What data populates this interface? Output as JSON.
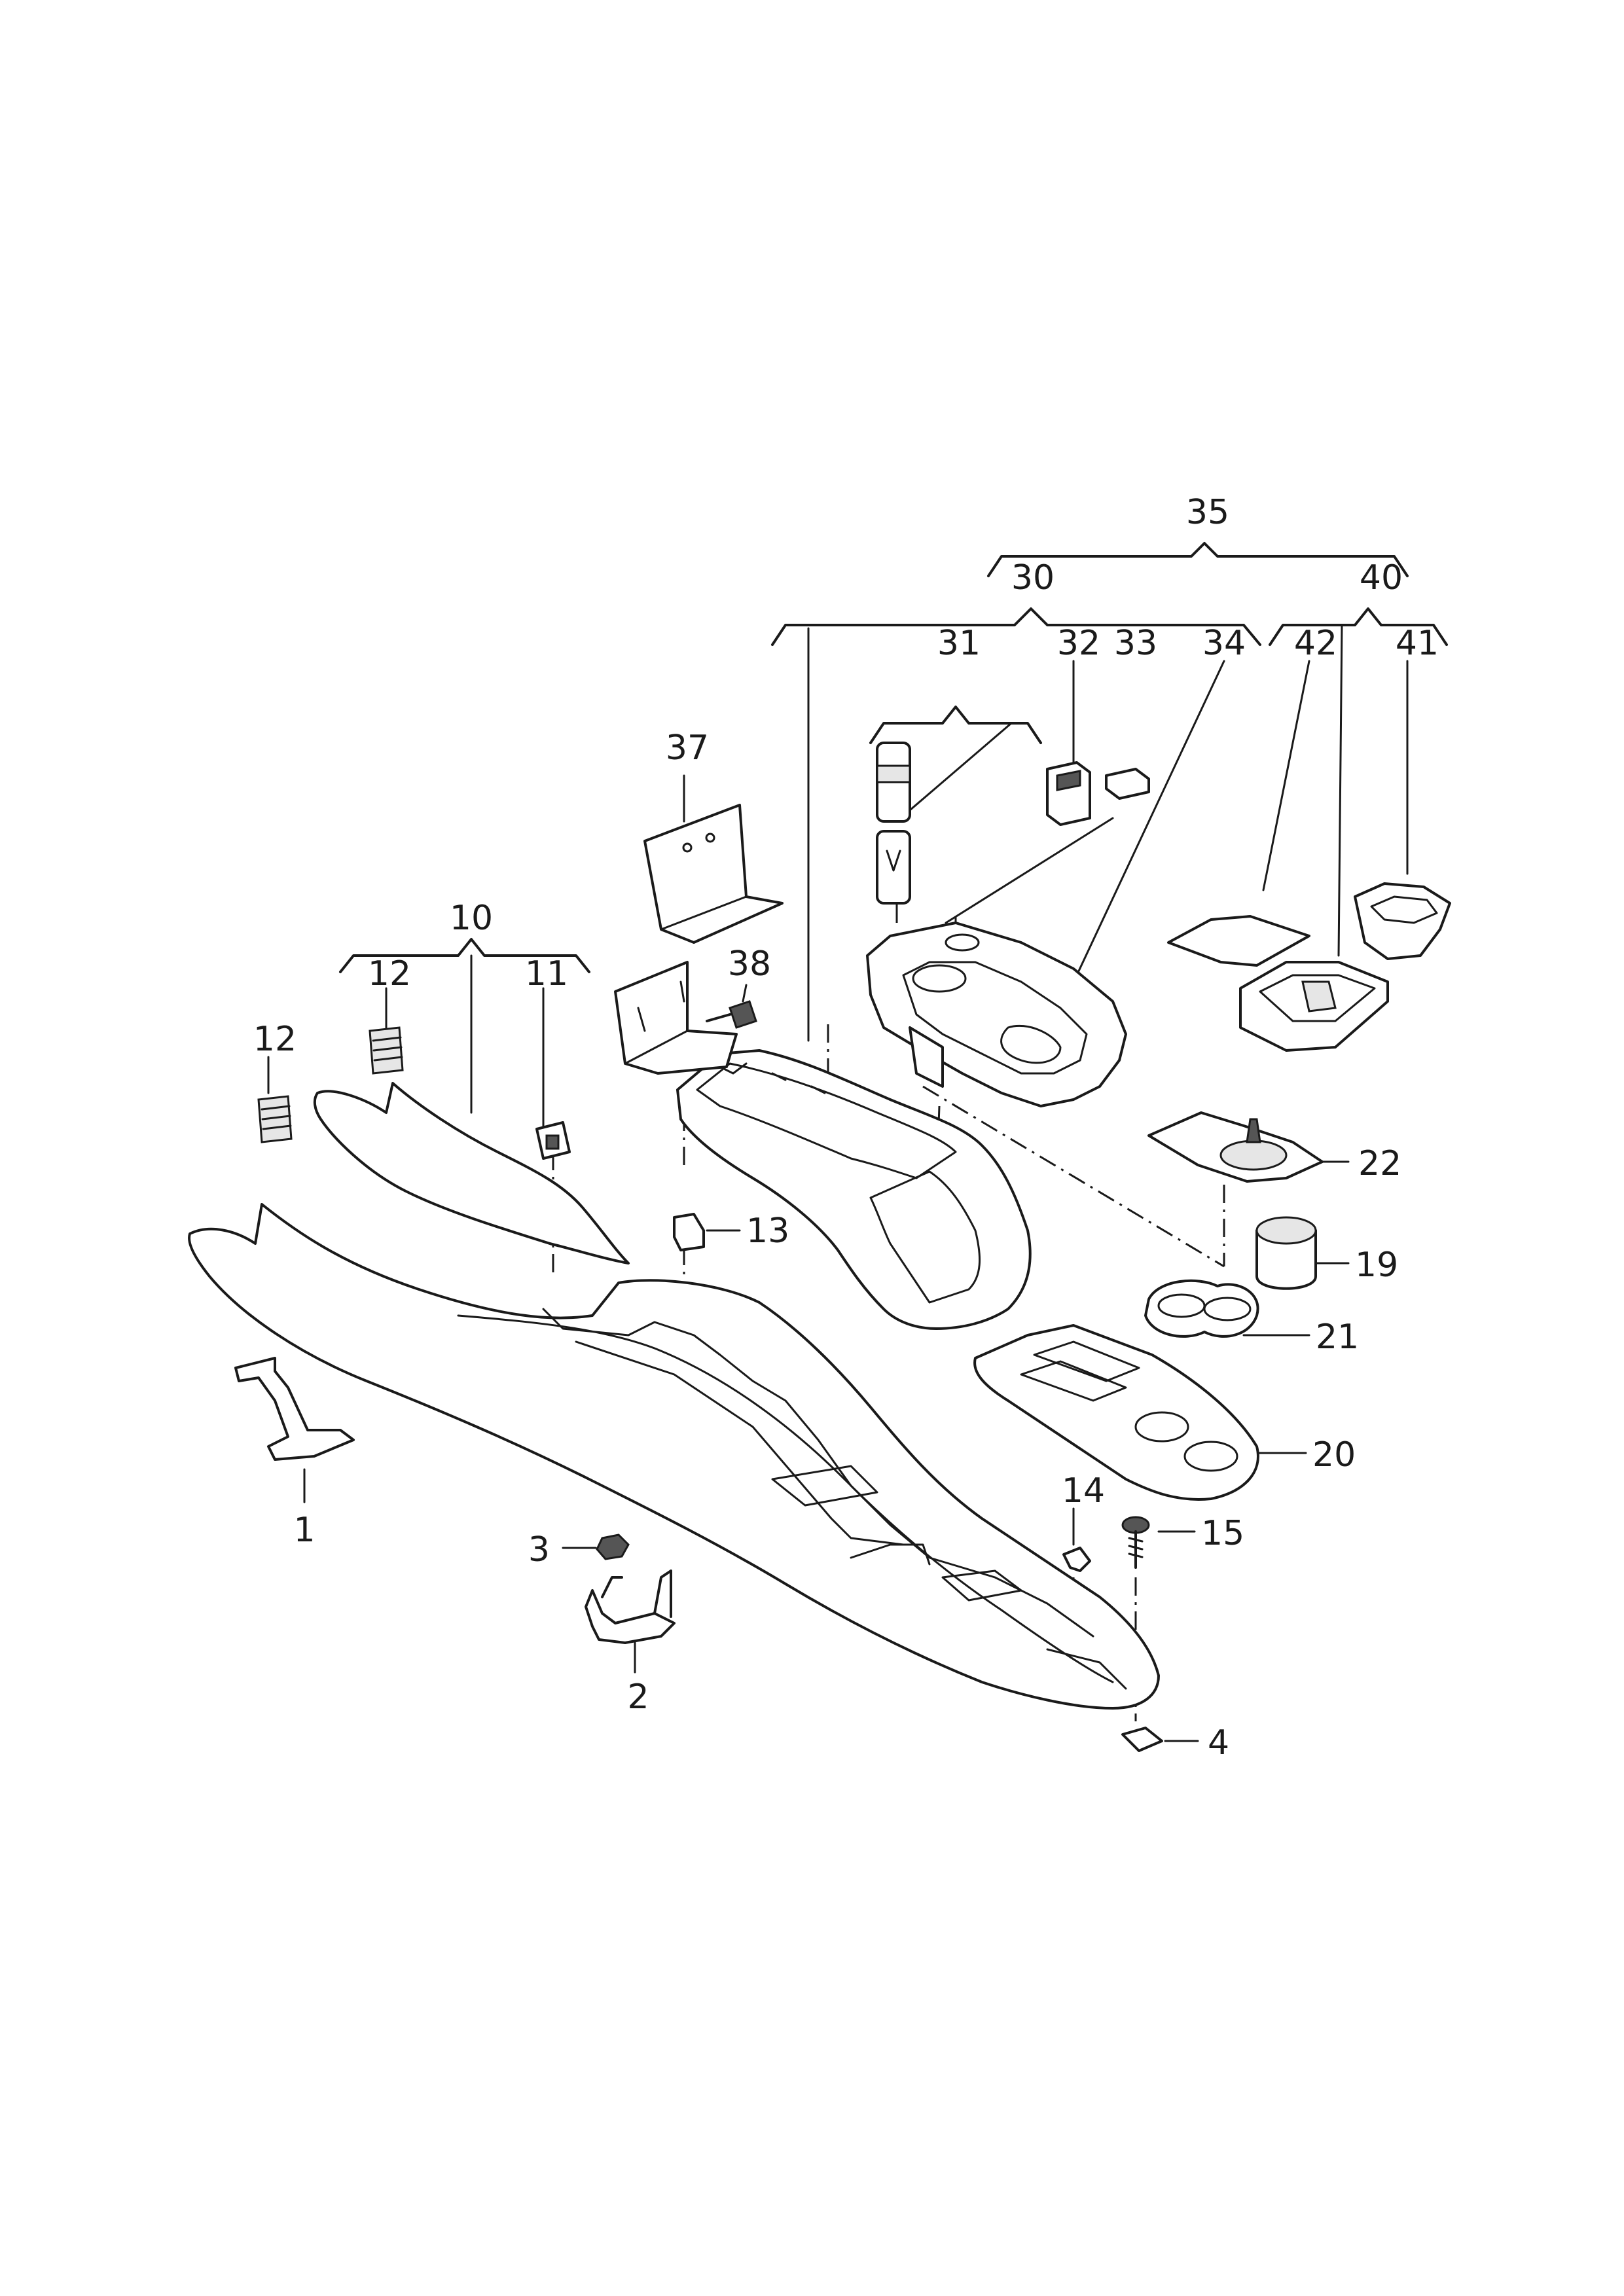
{
  "colors": {
    "ink": "#1a1a1a",
    "background": "#ffffff",
    "shade": "#e6e6e6"
  },
  "callouts": {
    "p1": "1",
    "p2": "2",
    "p3": "3",
    "p4": "4",
    "p10": "10",
    "p11": "11",
    "p12a": "12",
    "p12b": "12",
    "p13": "13",
    "p14": "14",
    "p15": "15",
    "p19": "19",
    "p20": "20",
    "p21": "21",
    "p22": "22",
    "p30": "30",
    "p31": "31",
    "p32": "32",
    "p33": "33",
    "p34": "34",
    "p35": "35",
    "p37": "37",
    "p38": "38",
    "p40": "40",
    "p41": "41",
    "p42": "42"
  }
}
